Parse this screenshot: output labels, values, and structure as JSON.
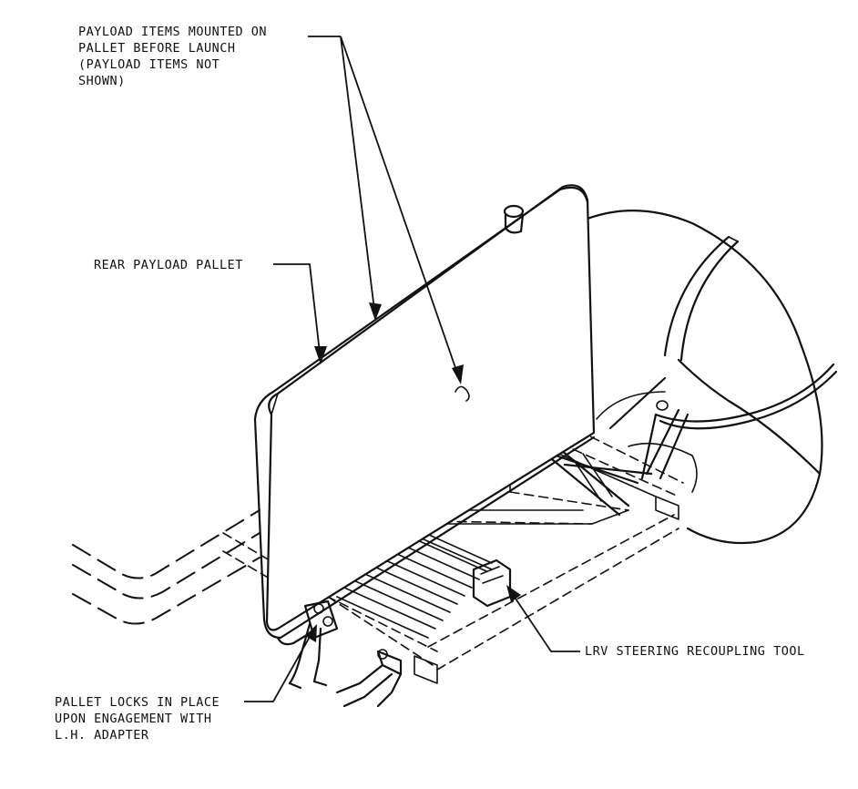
{
  "labels": {
    "payload_items": {
      "lines": [
        "PAYLOAD ITEMS MOUNTED ON",
        "PALLET BEFORE LAUNCH",
        "(PAYLOAD ITEMS NOT",
        "SHOWN)"
      ]
    },
    "rear_pallet": "REAR PAYLOAD PALLET",
    "steering_tool": "LRV STEERING RECOUPLING TOOL",
    "pallet_locks": {
      "lines": [
        "PALLET LOCKS IN PLACE",
        "UPON ENGAGEMENT WITH",
        "L.H. ADAPTER"
      ]
    }
  }
}
